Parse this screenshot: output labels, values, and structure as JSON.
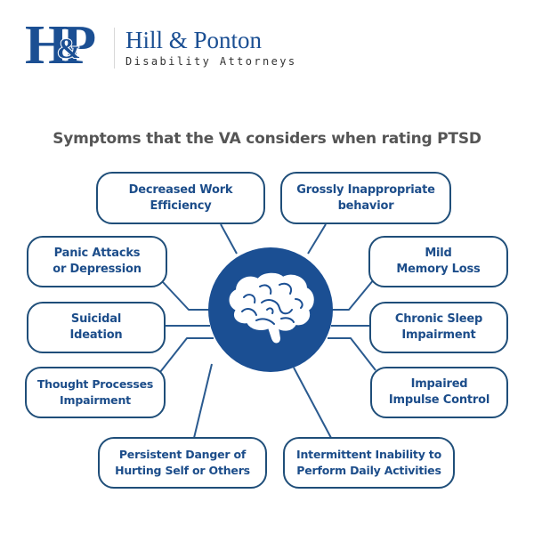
{
  "logo": {
    "mark": "HP",
    "mark_amp": "&",
    "name": "Hill & Ponton",
    "subtitle": "Disability Attorneys",
    "brand_color": "#1b4f93"
  },
  "title": "Symptoms that the VA considers when rating PTSD",
  "hub": {
    "icon": "brain-icon",
    "color": "#1b4f93"
  },
  "symptoms": [
    {
      "id": "decreased-work-efficiency",
      "label": "Decreased Work\nEfficiency"
    },
    {
      "id": "grossly-inappropriate-behavior",
      "label": "Grossly Inappropriate\nbehavior"
    },
    {
      "id": "panic-attacks-or-depression",
      "label": "Panic Attacks\nor Depression"
    },
    {
      "id": "mild-memory-loss",
      "label": "Mild\nMemory Loss"
    },
    {
      "id": "suicidal-ideation",
      "label": "Suicidal\nIdeation"
    },
    {
      "id": "chronic-sleep-impairment",
      "label": "Chronic Sleep\nImpairment"
    },
    {
      "id": "thought-processes-impairment",
      "label": "Thought Processes\nImpairment"
    },
    {
      "id": "impaired-impulse-control",
      "label": "Impaired\nImpulse Control"
    },
    {
      "id": "persistent-danger",
      "label": "Persistent Danger of\nHurting Self or Others"
    },
    {
      "id": "intermittent-inability",
      "label": "Intermittent Inability to\nPerform Daily Activities"
    }
  ],
  "colors": {
    "node_border": "#1f4e79",
    "node_text": "#1c4d8a",
    "title_text": "#555555",
    "connector": "#2a5a8f"
  }
}
